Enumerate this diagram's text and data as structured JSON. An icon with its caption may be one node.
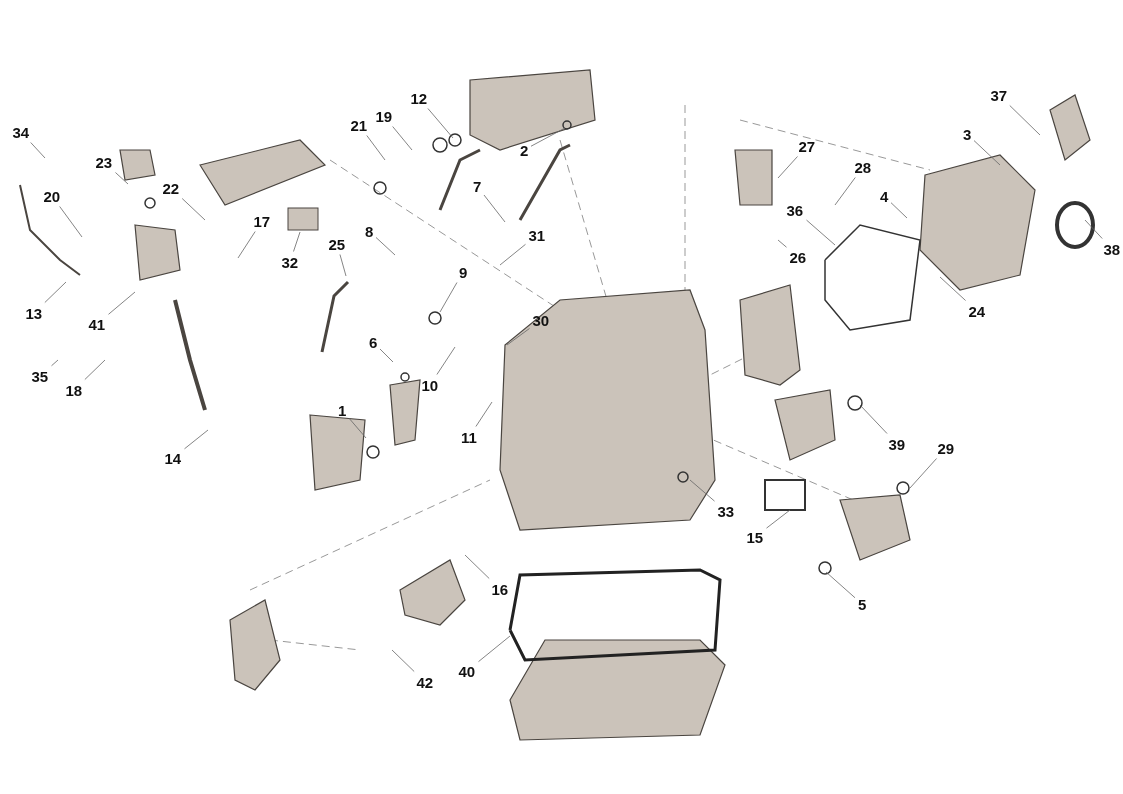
{
  "diagram": {
    "nodes": [
      {
        "text": [
          "34"
        ]
      },
      {
        "text": [
          "37"
        ]
      },
      {
        "text": [
          "12"
        ]
      },
      {
        "text": [
          "21"
        ]
      },
      {
        "text": [
          "19"
        ]
      },
      {
        "text": [
          "3"
        ]
      },
      {
        "text": [
          "27"
        ]
      },
      {
        "text": [
          "2"
        ]
      },
      {
        "text": [
          "23"
        ]
      },
      {
        "text": [
          "28"
        ]
      },
      {
        "text": [
          "7"
        ]
      },
      {
        "text": [
          "22"
        ]
      },
      {
        "text": [
          "20"
        ]
      },
      {
        "text": [
          "4"
        ]
      },
      {
        "text": [
          "36"
        ]
      },
      {
        "text": [
          "17"
        ]
      },
      {
        "text": [
          "8"
        ]
      },
      {
        "text": [
          "31"
        ]
      },
      {
        "text": [
          "25"
        ]
      },
      {
        "text": [
          "38"
        ]
      },
      {
        "text": [
          "32"
        ]
      },
      {
        "text": [
          "26"
        ]
      },
      {
        "text": [
          "9"
        ]
      },
      {
        "text": [
          "24"
        ]
      },
      {
        "text": [
          "13"
        ]
      },
      {
        "text": [
          "30"
        ]
      },
      {
        "text": [
          "41"
        ]
      },
      {
        "text": [
          "6"
        ]
      },
      {
        "text": [
          "35"
        ]
      },
      {
        "text": [
          "10"
        ]
      },
      {
        "text": [
          "18"
        ]
      },
      {
        "text": [
          "1"
        ]
      },
      {
        "text": [
          "11"
        ]
      },
      {
        "text": [
          "39"
        ]
      },
      {
        "text": [
          "29"
        ]
      },
      {
        "text": [
          "14"
        ]
      },
      {
        "text": [
          "33"
        ]
      },
      {
        "text": [
          "15"
        ]
      },
      {
        "text": [
          "16"
        ]
      },
      {
        "text": [
          "5"
        ]
      },
      {
        "text": [
          "40"
        ]
      },
      {
        "text": [
          "42"
        ]
      }
    ],
    "edges": [
      {
        "from": 0,
        "to": null,
        "arrow": "none"
      },
      {
        "from": 1,
        "to": null,
        "arrow": "none"
      },
      {
        "from": 2,
        "to": null,
        "arrow": "none"
      },
      {
        "from": 3,
        "to": null,
        "arrow": "none"
      },
      {
        "from": 4,
        "to": null,
        "arrow": "none"
      },
      {
        "from": 5,
        "to": null,
        "arrow": "none"
      },
      {
        "from": 6,
        "to": null,
        "arrow": "none"
      },
      {
        "from": 7,
        "to": null,
        "arrow": "none"
      },
      {
        "from": 8,
        "to": null,
        "arrow": "none"
      },
      {
        "from": 9,
        "to": null,
        "arrow": "none"
      },
      {
        "from": 10,
        "to": null,
        "arrow": "none"
      },
      {
        "from": 11,
        "to": null,
        "arrow": "none"
      },
      {
        "from": 12,
        "to": null,
        "arrow": "none"
      },
      {
        "from": 13,
        "to": null,
        "arrow": "none"
      },
      {
        "from": 14,
        "to": null,
        "arrow": "none"
      },
      {
        "from": 15,
        "to": null,
        "arrow": "none"
      },
      {
        "from": 16,
        "to": null,
        "arrow": "none"
      },
      {
        "from": 17,
        "to": null,
        "arrow": "none"
      },
      {
        "from": 18,
        "to": null,
        "arrow": "none"
      },
      {
        "from": 19,
        "to": null,
        "arrow": "none"
      },
      {
        "from": 20,
        "to": null,
        "arrow": "none"
      },
      {
        "from": 21,
        "to": null,
        "arrow": "none"
      },
      {
        "from": 22,
        "to": null,
        "arrow": "none"
      },
      {
        "from": 23,
        "to": null,
        "arrow": "none"
      },
      {
        "from": 24,
        "to": null,
        "arrow": "none"
      },
      {
        "from": 25,
        "to": null,
        "arrow": "none"
      },
      {
        "from": 26,
        "to": null,
        "arrow": "none"
      },
      {
        "from": 27,
        "to": null,
        "arrow": "none"
      },
      {
        "from": 28,
        "to": null,
        "arrow": "none"
      },
      {
        "from": 29,
        "to": null,
        "arrow": "none"
      },
      {
        "from": 30,
        "to": null,
        "arrow": "none"
      },
      {
        "from": 31,
        "to": null,
        "arrow": "none"
      },
      {
        "from": 32,
        "to": null,
        "arrow": "none"
      },
      {
        "from": 33,
        "to": null,
        "arrow": "none"
      },
      {
        "from": 34,
        "to": null,
        "arrow": "none"
      },
      {
        "from": 35,
        "to": null,
        "arrow": "none"
      },
      {
        "from": 36,
        "to": null,
        "arrow": "none"
      },
      {
        "from": 37,
        "to": null,
        "arrow": "none"
      },
      {
        "from": 38,
        "to": null,
        "arrow": "none"
      },
      {
        "from": 39,
        "to": null,
        "arrow": "none"
      },
      {
        "from": 40,
        "to": null,
        "arrow": "none"
      },
      {
        "from": 41,
        "to": null,
        "arrow": "none"
      }
    ]
  }
}
